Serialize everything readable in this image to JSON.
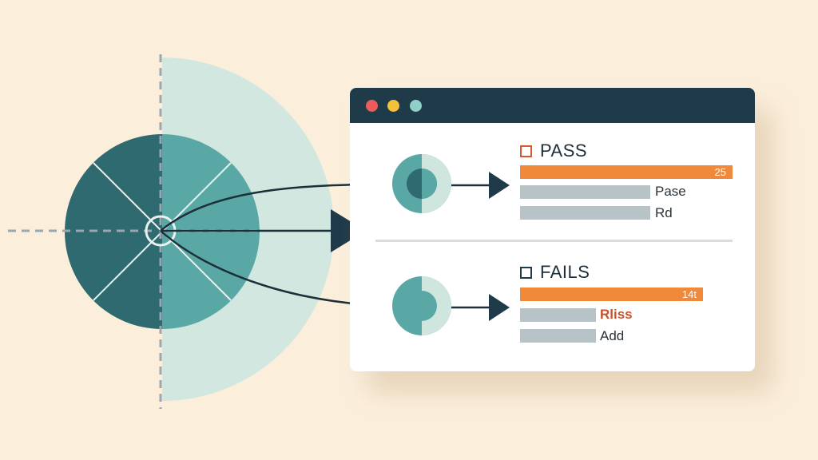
{
  "window": {
    "sections": [
      {
        "heading": "PASS",
        "checkbox_color": "#d9572c",
        "score": "25",
        "rows": [
          "Pase",
          "Rd"
        ]
      },
      {
        "heading": "FAILS",
        "checkbox_color": "#1f3b4a",
        "score": "14t",
        "rows": [
          "Rliss",
          "Add"
        ]
      }
    ]
  },
  "colors": {
    "background": "#fbefdc",
    "teal_dark": "#2e6a70",
    "teal_mid": "#5aa8a6",
    "teal_light": "#cfe6df",
    "navy": "#1f3b4a",
    "orange": "#f08a3a"
  }
}
